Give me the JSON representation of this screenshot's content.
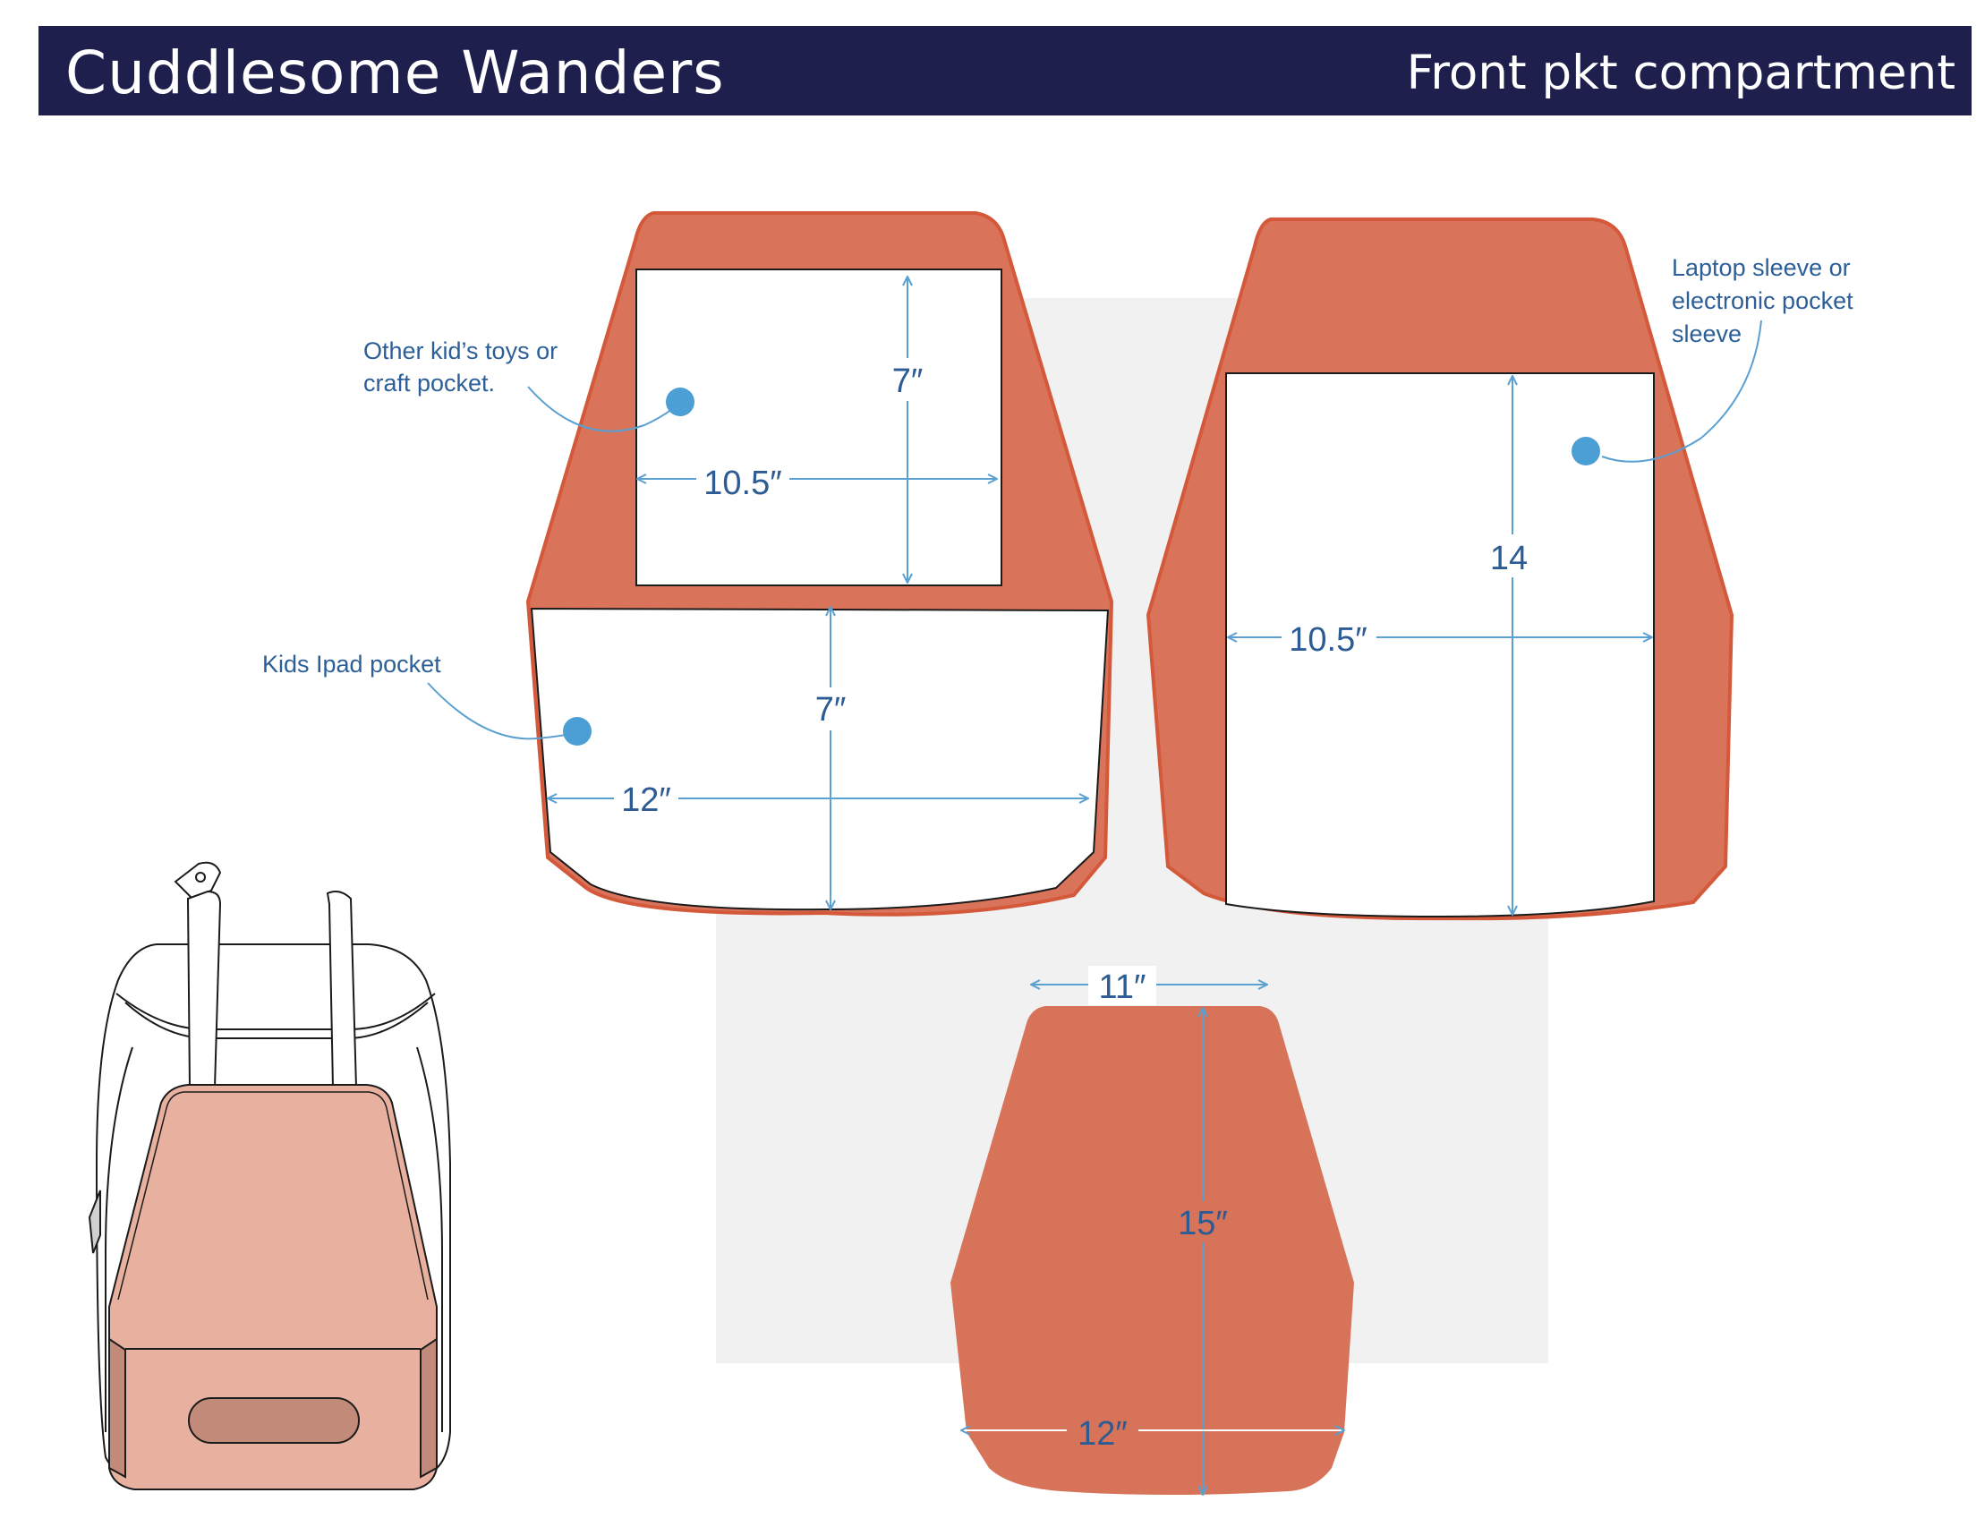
{
  "header": {
    "title": "Cuddlesome Wanders",
    "subtitle": "Front pkt compartment"
  },
  "callouts": {
    "toys_line1": "Other kid’s toys or",
    "toys_line2": "craft pocket.",
    "ipad": "Kids Ipad pocket",
    "laptop_line1": "Laptop sleeve or",
    "laptop_line2": "electronic pocket",
    "laptop_line3": "sleeve"
  },
  "dimensions": {
    "toys_height": "7″",
    "toys_width": "10.5″",
    "ipad_height": "7″",
    "ipad_width": "12″",
    "laptop_height": "14",
    "laptop_width": "10.5″",
    "panel_top_width": "11″",
    "panel_height": "15″",
    "panel_bottom_width": "12″"
  },
  "colors": {
    "header_bg": "#1f1f4e",
    "panel_orange": "#d9735a",
    "panel_outline": "#d4583a",
    "dimension_line": "#5aa0d0",
    "callout_dot": "#4b9fd4",
    "backpack_pocket": "#e8b09f",
    "backpack_label": "#c18a79",
    "background_box": "#f1f1f2"
  }
}
